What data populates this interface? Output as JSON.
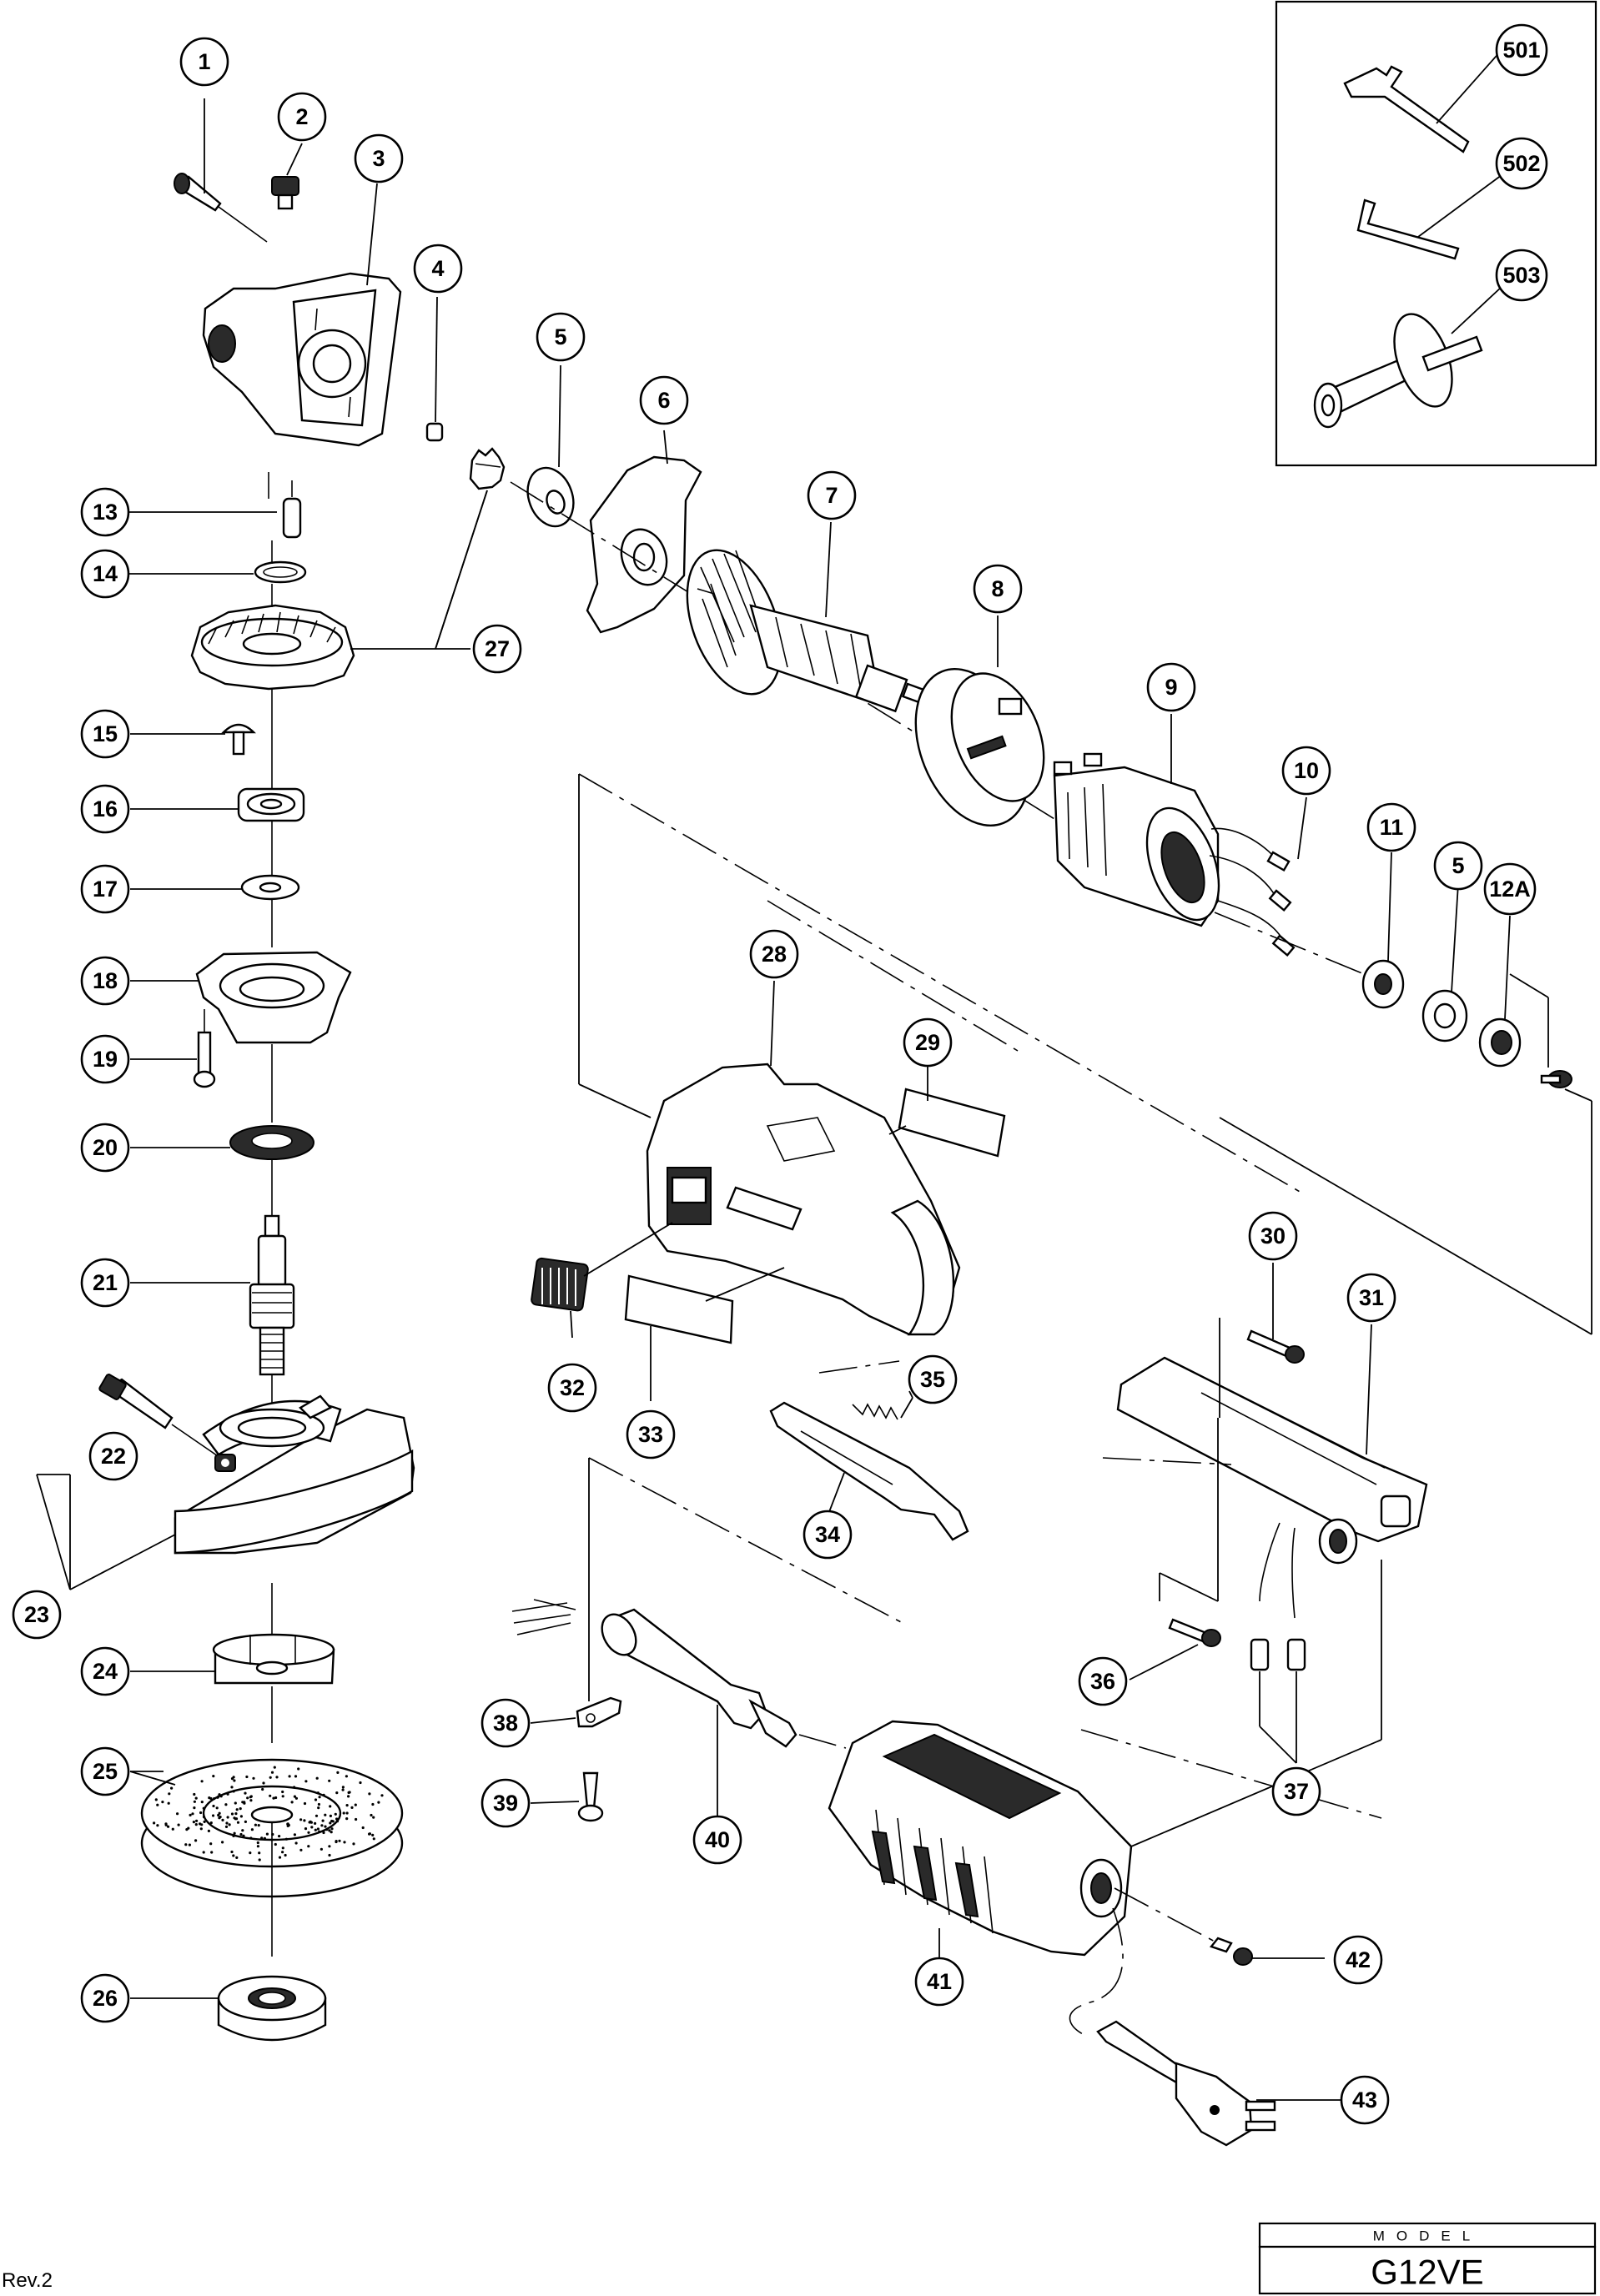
{
  "diagram": {
    "title": "Exploded parts diagram",
    "callouts": [
      {
        "label": "1",
        "name": "callout-1"
      },
      {
        "label": "2",
        "name": "callout-2"
      },
      {
        "label": "3",
        "name": "callout-3"
      },
      {
        "label": "4",
        "name": "callout-4"
      },
      {
        "label": "5",
        "name": "callout-5"
      },
      {
        "label": "6",
        "name": "callout-6"
      },
      {
        "label": "7",
        "name": "callout-7"
      },
      {
        "label": "8",
        "name": "callout-8"
      },
      {
        "label": "9",
        "name": "callout-9"
      },
      {
        "label": "10",
        "name": "callout-10"
      },
      {
        "label": "11",
        "name": "callout-11"
      },
      {
        "label": "5",
        "name": "callout-5b"
      },
      {
        "label": "12A",
        "name": "callout-12a"
      },
      {
        "label": "13",
        "name": "callout-13"
      },
      {
        "label": "14",
        "name": "callout-14"
      },
      {
        "label": "27",
        "name": "callout-27"
      },
      {
        "label": "15",
        "name": "callout-15"
      },
      {
        "label": "16",
        "name": "callout-16"
      },
      {
        "label": "17",
        "name": "callout-17"
      },
      {
        "label": "18",
        "name": "callout-18"
      },
      {
        "label": "19",
        "name": "callout-19"
      },
      {
        "label": "20",
        "name": "callout-20"
      },
      {
        "label": "21",
        "name": "callout-21"
      },
      {
        "label": "22",
        "name": "callout-22"
      },
      {
        "label": "23",
        "name": "callout-23"
      },
      {
        "label": "24",
        "name": "callout-24"
      },
      {
        "label": "25",
        "name": "callout-25"
      },
      {
        "label": "26",
        "name": "callout-26"
      },
      {
        "label": "28",
        "name": "callout-28"
      },
      {
        "label": "29",
        "name": "callout-29"
      },
      {
        "label": "30",
        "name": "callout-30"
      },
      {
        "label": "31",
        "name": "callout-31"
      },
      {
        "label": "32",
        "name": "callout-32"
      },
      {
        "label": "33",
        "name": "callout-33"
      },
      {
        "label": "34",
        "name": "callout-34"
      },
      {
        "label": "35",
        "name": "callout-35"
      },
      {
        "label": "36",
        "name": "callout-36"
      },
      {
        "label": "37",
        "name": "callout-37"
      },
      {
        "label": "38",
        "name": "callout-38"
      },
      {
        "label": "39",
        "name": "callout-39"
      },
      {
        "label": "40",
        "name": "callout-40"
      },
      {
        "label": "41",
        "name": "callout-41"
      },
      {
        "label": "42",
        "name": "callout-42"
      },
      {
        "label": "43",
        "name": "callout-43"
      },
      {
        "label": "501",
        "name": "callout-501"
      },
      {
        "label": "502",
        "name": "callout-502"
      },
      {
        "label": "503",
        "name": "callout-503"
      }
    ]
  },
  "model_box": {
    "heading": "MODEL",
    "model_number": "G12VE"
  },
  "revision": "Rev.2"
}
